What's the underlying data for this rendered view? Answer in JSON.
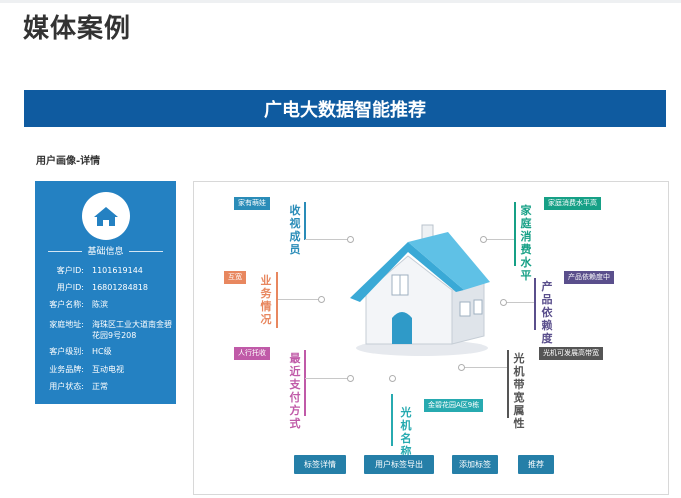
{
  "page": {
    "title": "媒体案例"
  },
  "banner": {
    "title": "广电大数据智能推荐"
  },
  "section": {
    "label": "用户画像-详情"
  },
  "info_card": {
    "icon": "home-icon",
    "heading": "基础信息",
    "rows": [
      {
        "key": "客户ID:",
        "value": "1101619144"
      },
      {
        "key": "用户ID:",
        "value": "16801284818"
      },
      {
        "key": "客户名称:",
        "value": "陈滨"
      },
      {
        "key": "家庭地址:",
        "value": "海珠区工业大道南金碧花园9号208"
      },
      {
        "key": "客户级别:",
        "value": "HC级"
      },
      {
        "key": "业务品牌:",
        "value": "互动电视"
      },
      {
        "key": "用户状态:",
        "value": "正常"
      }
    ]
  },
  "diagram": {
    "labels": [
      {
        "title": "收视成员",
        "tag": "家有萌娃",
        "tag_color": "#2a8cb8",
        "bar_color": "#2a8cb8"
      },
      {
        "title": "业务情况",
        "tag": "互宽",
        "tag_color": "#e8875f",
        "bar_color": "#e8875f"
      },
      {
        "title": "最近支付方式",
        "tag": "人行托收",
        "tag_color": "#c05aa8",
        "bar_color": "#c05aa8"
      },
      {
        "title": "光机名称",
        "tag": "金碧花园A区9栋",
        "tag_color": "#27aab0",
        "bar_color": "#27aab0"
      },
      {
        "title": "家庭消费水平",
        "tag": "家庭消费水平高",
        "tag_color": "#16a086",
        "bar_color": "#16a086"
      },
      {
        "title": "产品依赖度",
        "tag": "产品依赖度中",
        "tag_color": "#5a4f8c",
        "bar_color": "#5a4f8c"
      },
      {
        "title": "光机带宽属性",
        "tag": "光机可发展高带宽",
        "tag_color": "#555555",
        "bar_color": "#555555"
      }
    ],
    "house": {
      "roof": "#3aa9d6",
      "wall": "#f3f5f8",
      "door": "#2f9ac8"
    }
  },
  "buttons": {
    "tag_detail": "标签详情",
    "export_tags": "用户标签导出",
    "add_tag": "添加标签",
    "recommend": "推荐"
  }
}
